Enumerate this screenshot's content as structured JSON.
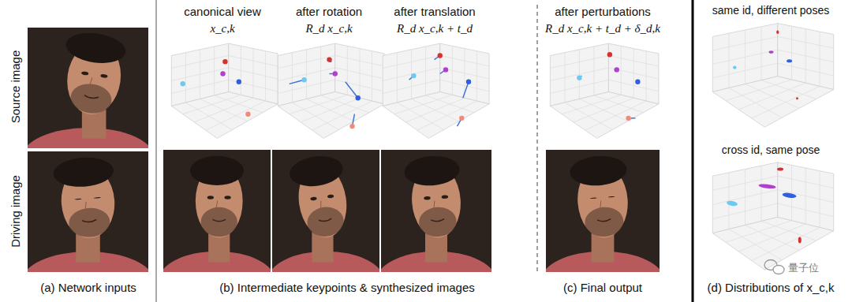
{
  "diagram": {
    "labels": [
      "Source image",
      "Driving image",
      "canonical view",
      "x_c,k",
      "after rotation",
      "R_d x_c,k",
      "after translation",
      "R_d x_c,k + t_d",
      "after perturbations",
      "R_d x_c,k + t_d + δ_d,k",
      "same id, different poses",
      "cross id, same pose",
      "(a) Network inputs",
      "(b) Intermediate keypoints & synthesized images",
      "(c) Final output",
      "(d) Distributions of x_c,k",
      "量子位"
    ]
  }
}
